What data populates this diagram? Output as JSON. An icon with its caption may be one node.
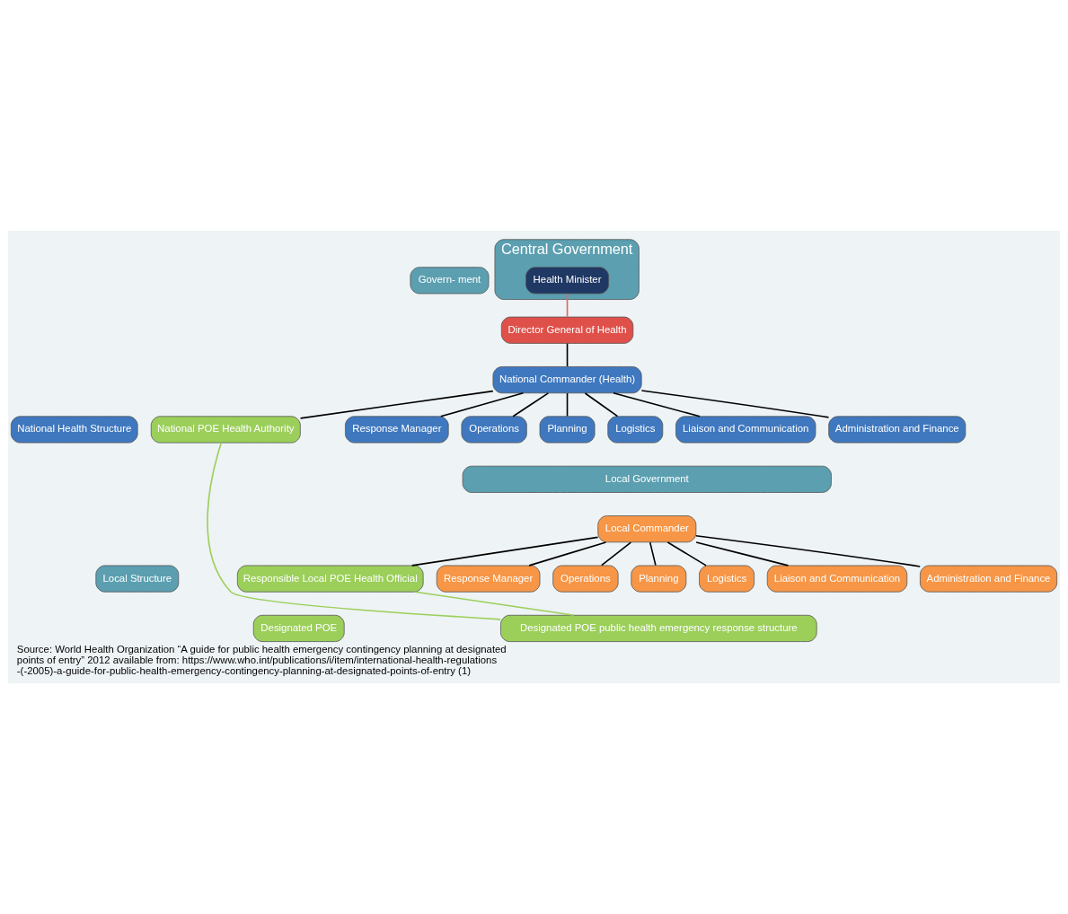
{
  "diagram": {
    "caption": "Source: World Health Organization “A guide for public health emergency contingency planning at designated points of entry” 2012 available from: https://www.who.int/publications/i/item/international-health-regulations-(-2005)-a-guide-for-public-health-emergency-contingency-planning-at-designated-points-of-entry (1)",
    "nodes": [
      {
        "text": [
          "Govern- ment"
        ]
      },
      {
        "text": [
          "National Health Structure"
        ]
      },
      {
        "text": [
          "Local Structure"
        ]
      },
      {
        "text": [
          "Designated POE"
        ]
      },
      {
        "text": [
          "Central Government"
        ]
      },
      {
        "text": [
          "Health Minister"
        ],
        "in": 4
      },
      {
        "text": [
          "Director General of Health"
        ]
      },
      {
        "text": [
          "National Commander (Health)"
        ]
      },
      {
        "text": [
          "National POE Health Authority"
        ]
      },
      {
        "text": [
          "Response Manager"
        ]
      },
      {
        "text": [
          "Operations"
        ]
      },
      {
        "text": [
          "Planning"
        ]
      },
      {
        "text": [
          "Logistics"
        ]
      },
      {
        "text": [
          "Liaison and Communication"
        ]
      },
      {
        "text": [
          "Administration and Finance"
        ]
      },
      {
        "text": [
          "Local Government"
        ]
      },
      {
        "text": [
          "Local Commander"
        ]
      },
      {
        "text": [
          "Responsible Local POE Health Official"
        ]
      },
      {
        "text": [
          "Response Manager"
        ]
      },
      {
        "text": [
          "Operations"
        ]
      },
      {
        "text": [
          "Planning"
        ]
      },
      {
        "text": [
          "Logistics"
        ]
      },
      {
        "text": [
          "Liaison and Communication"
        ]
      },
      {
        "text": [
          "Administration and Finance"
        ]
      },
      {
        "text": [
          "Designated POE public health emergency response structure"
        ]
      }
    ],
    "edges": [
      {
        "from": 5,
        "to": 6,
        "arrow": "none",
        "color": "#e06666"
      },
      {
        "from": 6,
        "to": 7,
        "arrow": "none"
      },
      {
        "from": 7,
        "to": 8,
        "arrow": "none"
      },
      {
        "from": 7,
        "to": 9,
        "arrow": "none"
      },
      {
        "from": 7,
        "to": 10,
        "arrow": "none"
      },
      {
        "from": 7,
        "to": 11,
        "arrow": "none"
      },
      {
        "from": 7,
        "to": 12,
        "arrow": "none"
      },
      {
        "from": 7,
        "to": 13,
        "arrow": "none"
      },
      {
        "from": 7,
        "to": 14,
        "arrow": "none"
      },
      {
        "from": 16,
        "to": 17,
        "arrow": "none"
      },
      {
        "from": 16,
        "to": 18,
        "arrow": "none"
      },
      {
        "from": 16,
        "to": 19,
        "arrow": "none"
      },
      {
        "from": 16,
        "to": 20,
        "arrow": "none"
      },
      {
        "from": 16,
        "to": 21,
        "arrow": "none"
      },
      {
        "from": 16,
        "to": 22,
        "arrow": "none"
      },
      {
        "from": 16,
        "to": 23,
        "arrow": "none"
      },
      {
        "from": 8,
        "to": 24,
        "arrow": "none",
        "color": "#9bcf5a"
      },
      {
        "from": 17,
        "to": 24,
        "arrow": "none",
        "color": "#9bcf5a"
      }
    ]
  }
}
